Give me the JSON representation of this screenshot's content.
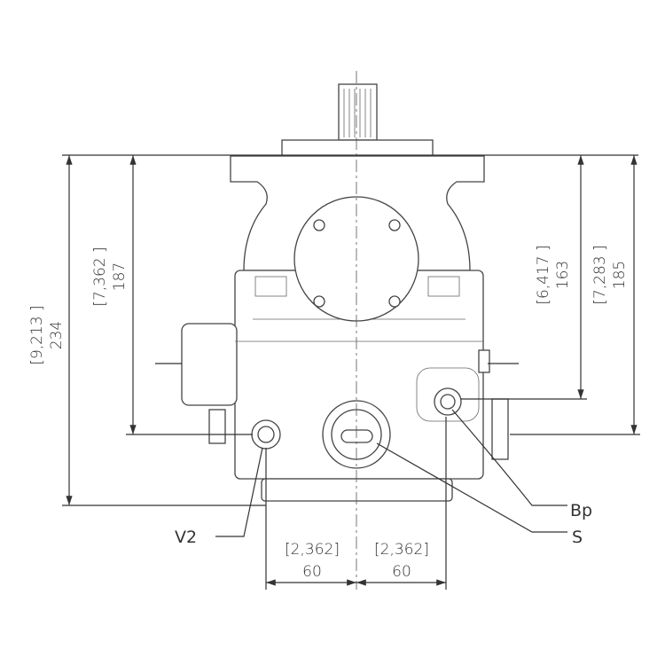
{
  "dimensions": {
    "overall_height": {
      "inch": "[9,213 ]",
      "mm": "234"
    },
    "left_port_height": {
      "inch": "[7,362 ]",
      "mm": "187"
    },
    "bp_port_height": {
      "inch": "[6,417 ]",
      "mm": "163"
    },
    "right_port_height": {
      "inch": "[7,283 ]",
      "mm": "185"
    },
    "left_offset": {
      "inch": "[2,362]",
      "mm": "60"
    },
    "right_offset": {
      "inch": "[2,362]",
      "mm": "60"
    }
  },
  "ports": {
    "v2": "V2",
    "bp": "Bp",
    "s": "S"
  }
}
